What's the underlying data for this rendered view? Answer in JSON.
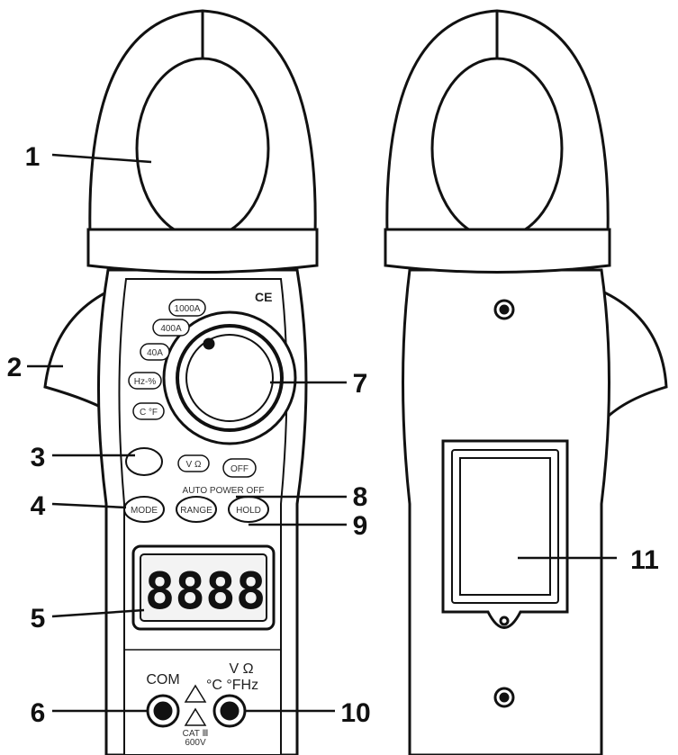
{
  "callouts": [
    "1",
    "2",
    "3",
    "4",
    "5",
    "6",
    "7",
    "8",
    "9",
    "10",
    "11"
  ],
  "front": {
    "dial_ranges": [
      "1000A",
      "400A",
      "40A",
      "Hz-%",
      "C °F",
      "V Ω",
      "OFF"
    ],
    "button_labels": {
      "mode": "MODE",
      "range": "RANGE",
      "hold": "HOLD",
      "auto_power_off": "AUTO POWER OFF"
    },
    "display_digits": "8888",
    "ce_mark": "CE",
    "terminals": {
      "com": "COM",
      "v_ohm": "V Ω",
      "temp_freq": "°C °FHz",
      "cat": "CAT Ⅲ",
      "volt_rating": "600V"
    }
  },
  "colors": {
    "ink": "#111111",
    "body": "#ffffff",
    "shade": "#e8e8e8"
  }
}
